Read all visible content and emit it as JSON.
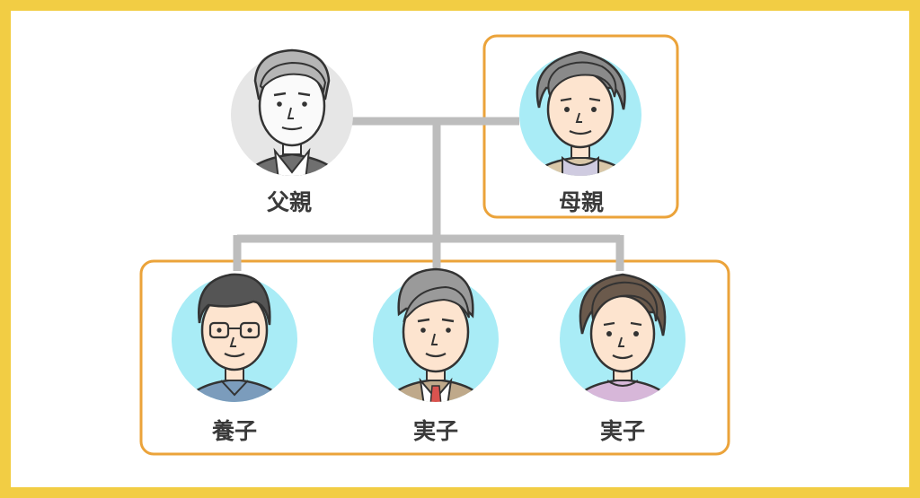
{
  "family": {
    "parents": [
      {
        "id": "father",
        "label": "父親",
        "highlighted": false
      },
      {
        "id": "mother",
        "label": "母親",
        "highlighted": true
      }
    ],
    "children": [
      {
        "id": "adopted-child",
        "label": "養子"
      },
      {
        "id": "biological-child-1",
        "label": "実子"
      },
      {
        "id": "biological-child-2",
        "label": "実子"
      }
    ]
  },
  "colors": {
    "outer_frame": "#f2cd44",
    "highlight_border": "#eba33a",
    "connector_line": "#bdbdbd",
    "avatar_bg_highlight": "#a9ecf6",
    "avatar_bg_plain": "#e6e6e6"
  }
}
